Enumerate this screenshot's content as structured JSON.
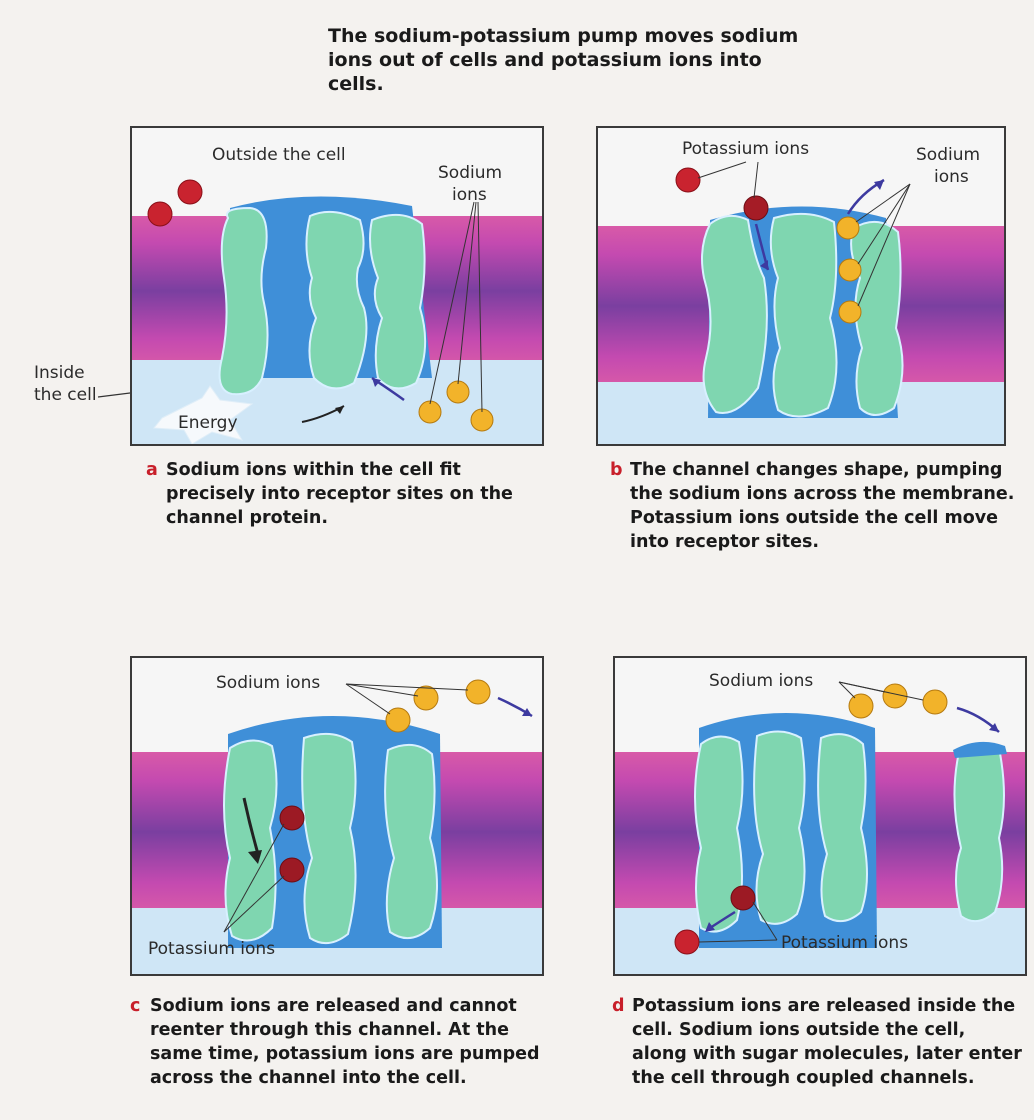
{
  "title": "The sodium-potassium pump moves sodium ions out of cells and potassium ions into cells.",
  "panel_a": {
    "outside_label": "Outside the cell",
    "sodium_label_1": "Sodium",
    "sodium_label_2": "ions",
    "energy_label": "Energy",
    "inside_label_1": "Inside",
    "inside_label_2": "the cell"
  },
  "panel_b": {
    "potassium_label": "Potassium ions",
    "sodium_label_1": "Sodium",
    "sodium_label_2": "ions"
  },
  "panel_c": {
    "sodium_label": "Sodium ions",
    "potassium_label": "Potassium ions"
  },
  "panel_d": {
    "sodium_label": "Sodium ions",
    "potassium_label": "Potassium ions"
  },
  "captions": {
    "a_letter": "a",
    "a_text": "Sodium ions within the cell fit precisely into receptor sites on the channel protein.",
    "b_letter": "b",
    "b_text": "The channel changes shape, pumping the sodium ions across the membrane. Potassium ions outside the cell move into receptor sites.",
    "c_letter": "c",
    "c_text": "Sodium ions are released and cannot reenter through this channel. At the same time, potassium ions are pumped across the channel into the cell.",
    "d_letter": "d",
    "d_text": "Potassium ions are released inside the cell. Sodium ions outside the cell, along with sugar molecules, later enter the cell through coupled channels."
  },
  "colors": {
    "protein": "#7fd6b0",
    "channel": "#3f8fd8",
    "membrane_outer": "#d85aa8",
    "membrane_inner": "#7a3fa0",
    "sodium_ion": "#f2b32a",
    "potassium_ion": "#b21d2a",
    "caption_letter": "#c81f2a"
  }
}
